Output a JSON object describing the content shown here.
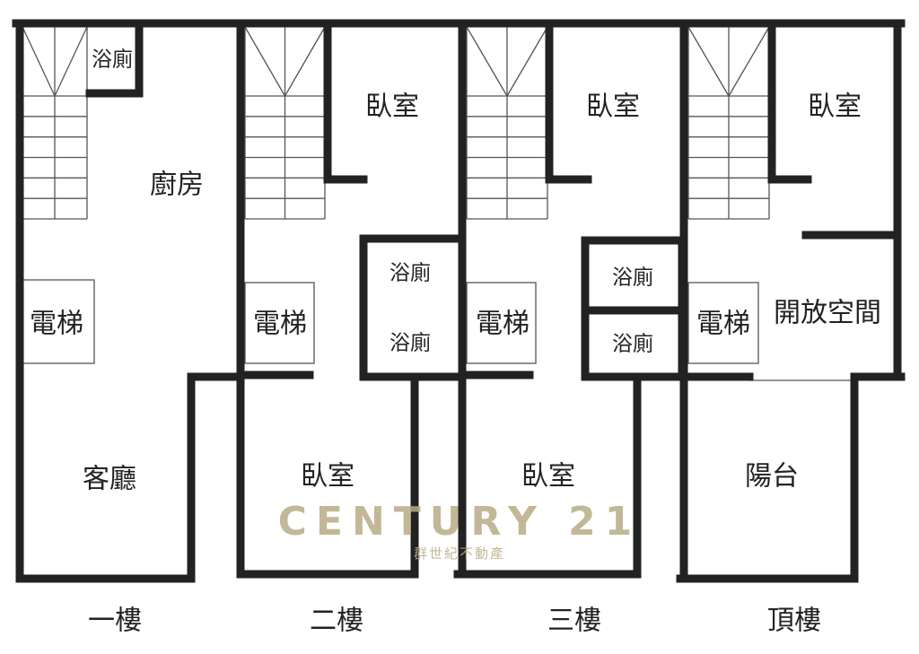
{
  "floors": [
    {
      "name": "一樓",
      "rooms": {
        "bath": "浴廁",
        "kitchen": "廚房",
        "elevator": "電梯",
        "living": "客廳"
      }
    },
    {
      "name": "二樓",
      "rooms": {
        "bedroom_back": "臥室",
        "bath1": "浴廁",
        "bath2": "浴廁",
        "elevator": "電梯",
        "bedroom_front": "臥室"
      }
    },
    {
      "name": "三樓",
      "rooms": {
        "bedroom_back": "臥室",
        "bath1": "浴廁",
        "bath2": "浴廁",
        "elevator": "電梯",
        "bedroom_front": "臥室"
      }
    },
    {
      "name": "頂樓",
      "rooms": {
        "bedroom_back": "臥室",
        "open_space": "開放空間",
        "elevator": "電梯",
        "balcony": "陽台"
      }
    }
  ],
  "watermark": {
    "brand": "CENTURY 21",
    "subtitle": "群世紀不動產"
  }
}
